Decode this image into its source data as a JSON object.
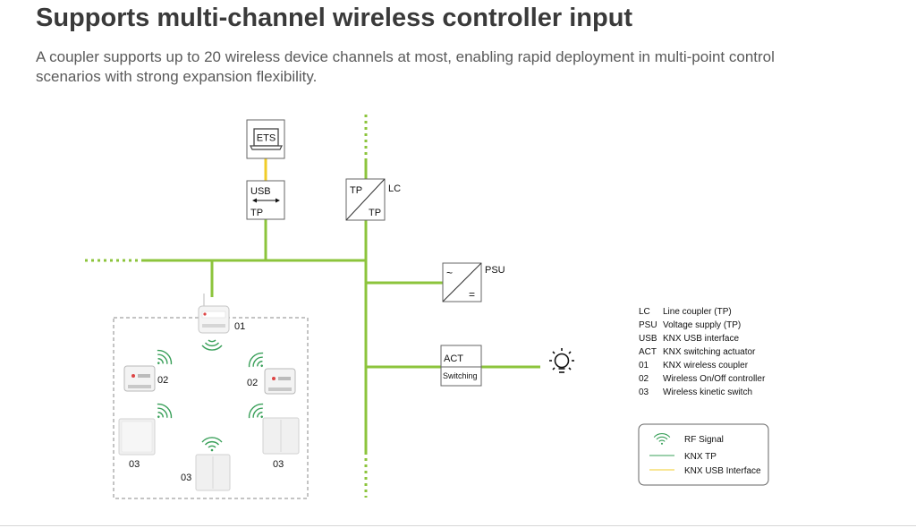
{
  "header": {
    "title": "Supports multi-channel wireless controller input",
    "subtitle": "A coupler supports up to 20 wireless device channels at most, enabling rapid deployment in multi-point control scenarios with strong expansion flexibility."
  },
  "colors": {
    "knx_tp": "#8cc43c",
    "usb_interface": "#f0cc28",
    "rf_signal": "#3aa05a",
    "box_border": "#666666",
    "dashed_group": "#888888"
  },
  "devices": {
    "ets": {
      "label": "ETS"
    },
    "usb_interface": {
      "top": "USB",
      "bottom": "TP"
    },
    "line_coupler": {
      "top": "TP",
      "bottom": "TP",
      "tag": "LC"
    },
    "psu": {
      "top": "~",
      "bottom": "=",
      "tag": "PSU"
    },
    "actuator": {
      "top": "ACT",
      "bottom": "Switching"
    },
    "coupler": {
      "tag": "01"
    },
    "controller_left": {
      "tag": "02"
    },
    "controller_right": {
      "tag": "02"
    },
    "switch_left": {
      "tag": "03"
    },
    "switch_middle": {
      "tag": "03"
    },
    "switch_right": {
      "tag": "03"
    }
  },
  "abbreviations": [
    {
      "code": "LC",
      "desc": "Line coupler (TP)"
    },
    {
      "code": "PSU",
      "desc": "Voltage supply (TP)"
    },
    {
      "code": "USB",
      "desc": "KNX USB interface"
    },
    {
      "code": "ACT",
      "desc": "KNX switching actuator"
    },
    {
      "code": "01",
      "desc": "KNX wireless coupler"
    },
    {
      "code": "02",
      "desc": "Wireless On/Off controller"
    },
    {
      "code": "03",
      "desc": "Wireless kinetic switch"
    }
  ],
  "legend": {
    "rf_signal": "RF Signal",
    "knx_tp": "KNX TP",
    "usb_interface": "KNX USB Interface"
  },
  "icons": [
    "laptop-icon",
    "bulb-icon",
    "wifi-icon",
    "wireless-coupler-icon",
    "wireless-controller-icon",
    "kinetic-switch-icon"
  ]
}
